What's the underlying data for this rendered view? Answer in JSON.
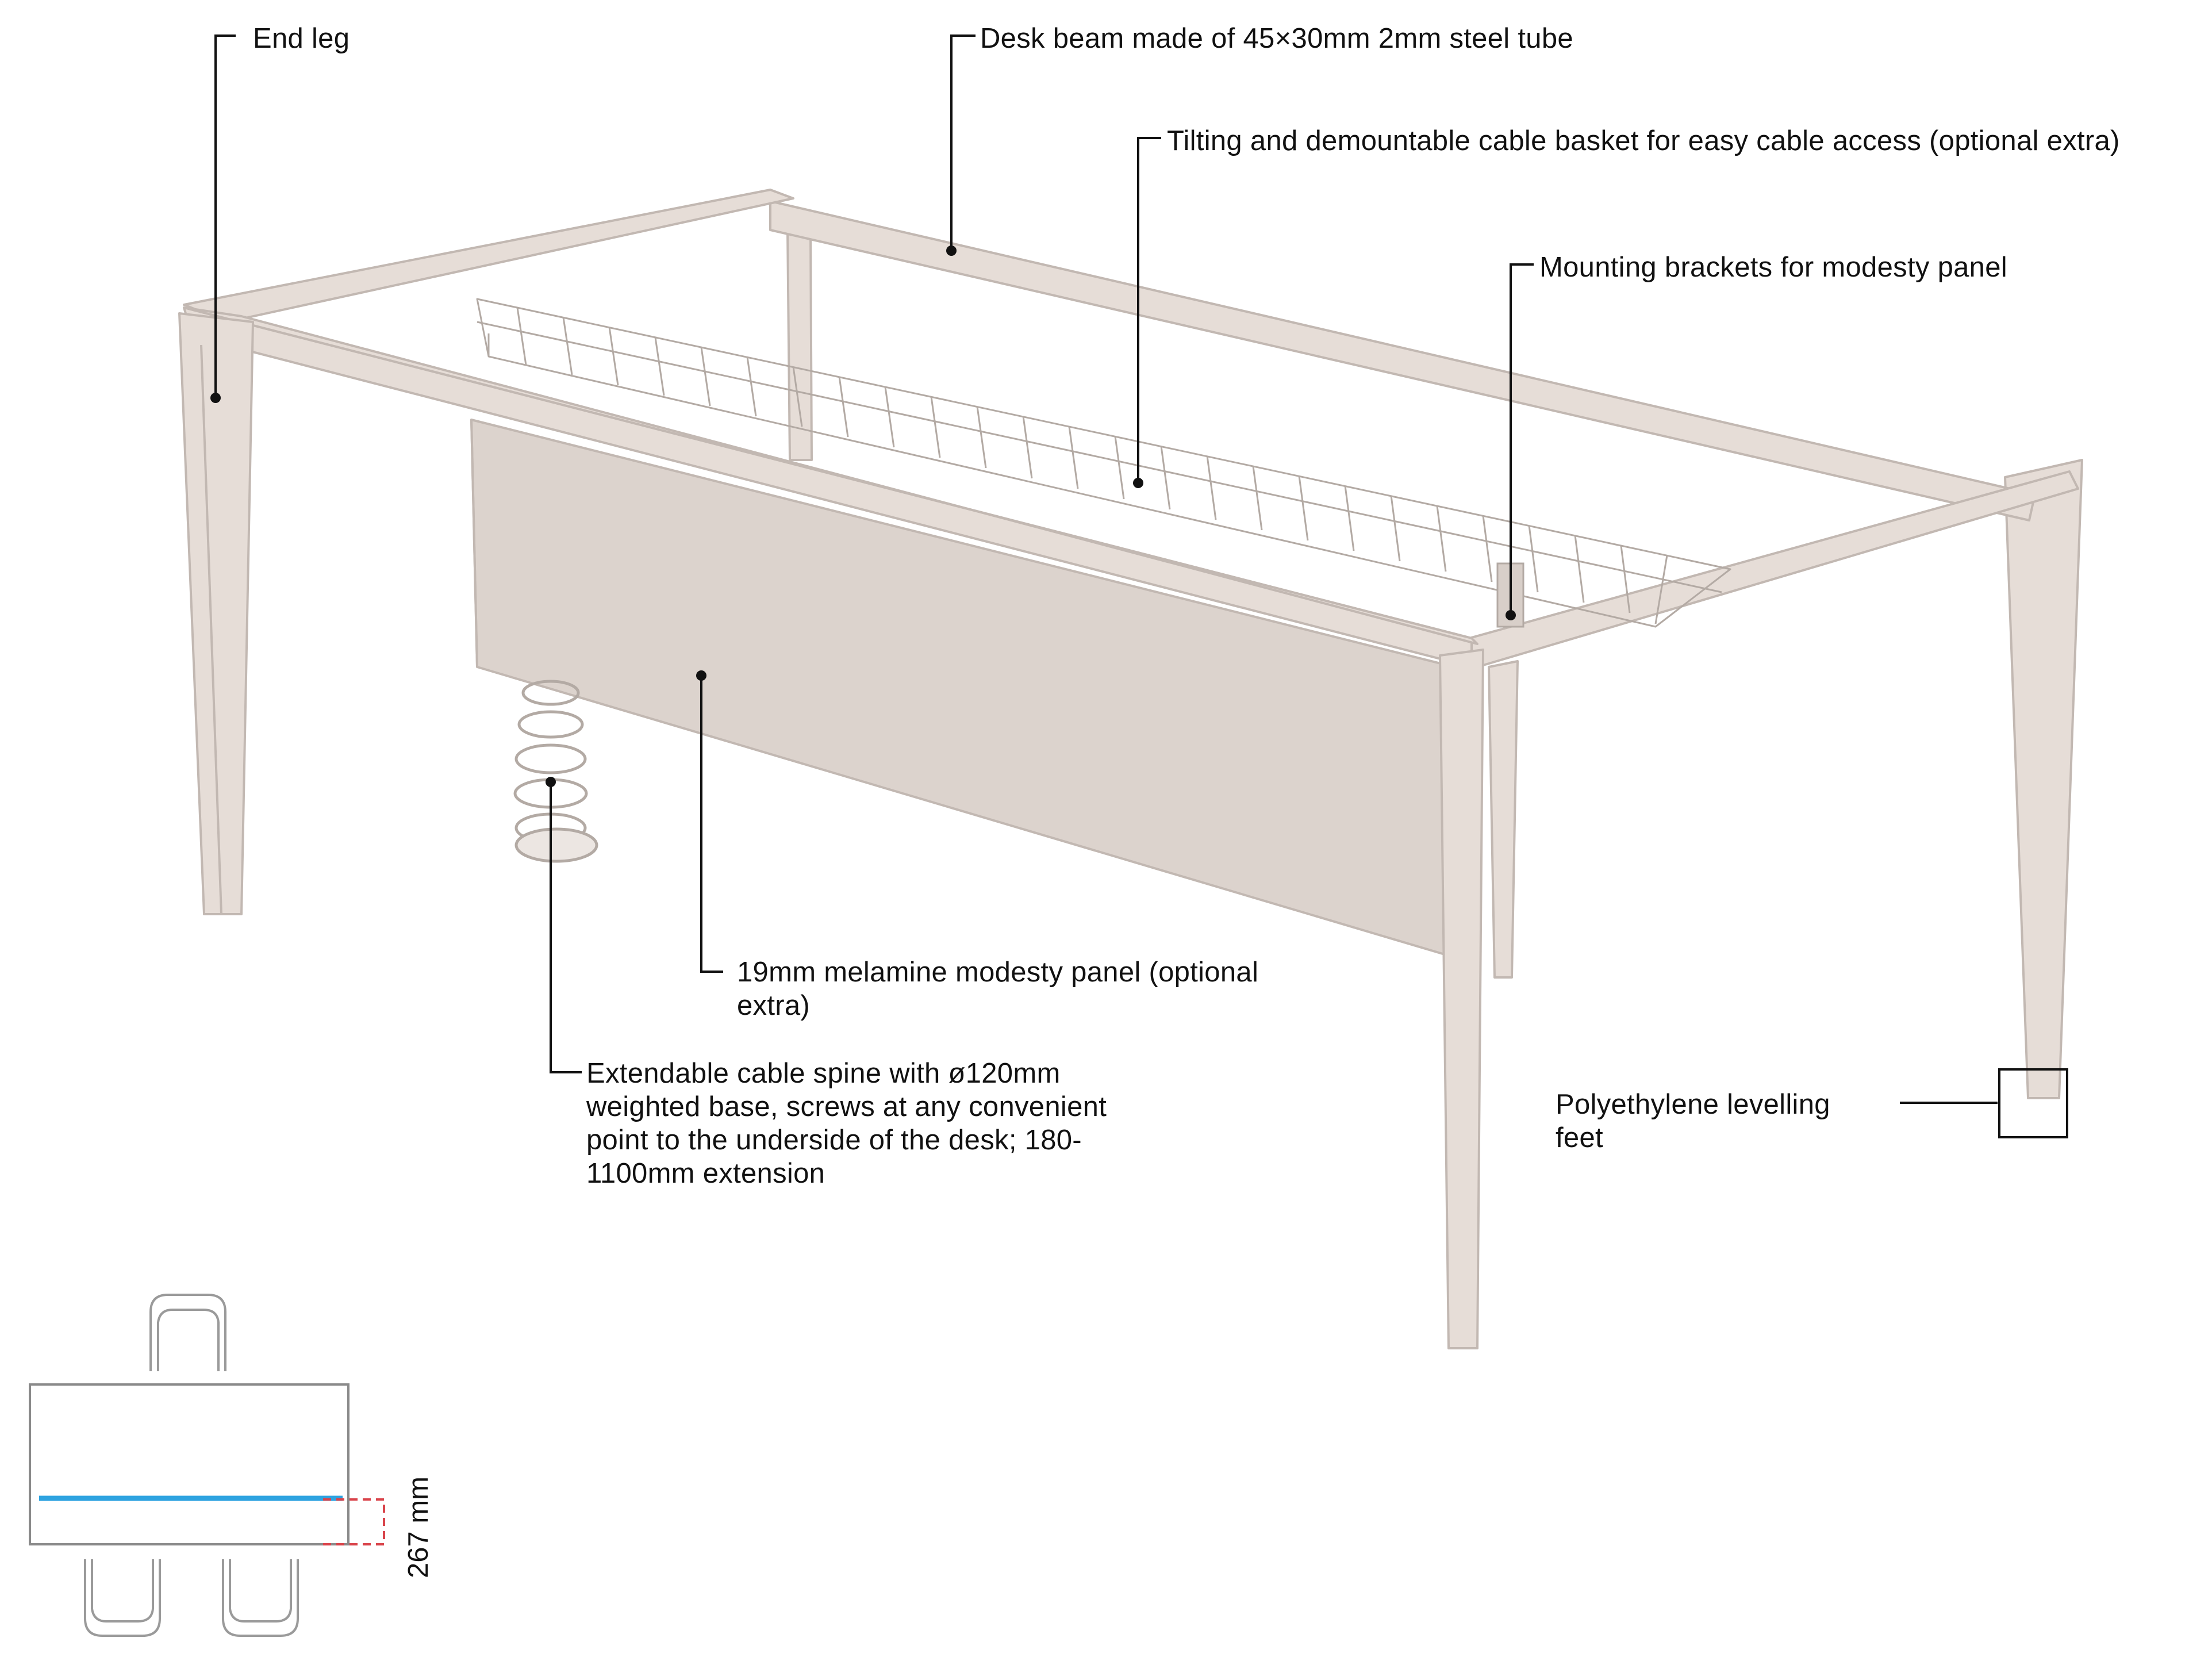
{
  "colors": {
    "frame": "#e6ddd7",
    "frame_edge": "#c2b8b2",
    "panel": "#dcd3cd",
    "leader": "#111111",
    "beam_line": "#2ea3e0",
    "dimension": "#d9434a"
  },
  "callouts": [
    {
      "id": "end-leg",
      "text": "End leg"
    },
    {
      "id": "desk-beam",
      "text": "Desk beam made of 45×30mm 2mm steel tube"
    },
    {
      "id": "cable-basket",
      "text": "Tilting and demountable cable basket for easy cable access (optional extra)"
    },
    {
      "id": "mounting-brackets",
      "text": "Mounting brackets for modesty panel"
    },
    {
      "id": "modesty-panel",
      "text": "19mm melamine modesty panel (optional\nextra)"
    },
    {
      "id": "cable-spine",
      "text": "Extendable cable spine with ø120mm\nweighted base, screws at any convenient\npoint to the underside of the desk; 180-\n1100mm extension"
    },
    {
      "id": "levelling-feet",
      "text": "Polyethylene levelling\nfeet"
    }
  ],
  "plan_view": {
    "dimension_label": "267 mm"
  }
}
